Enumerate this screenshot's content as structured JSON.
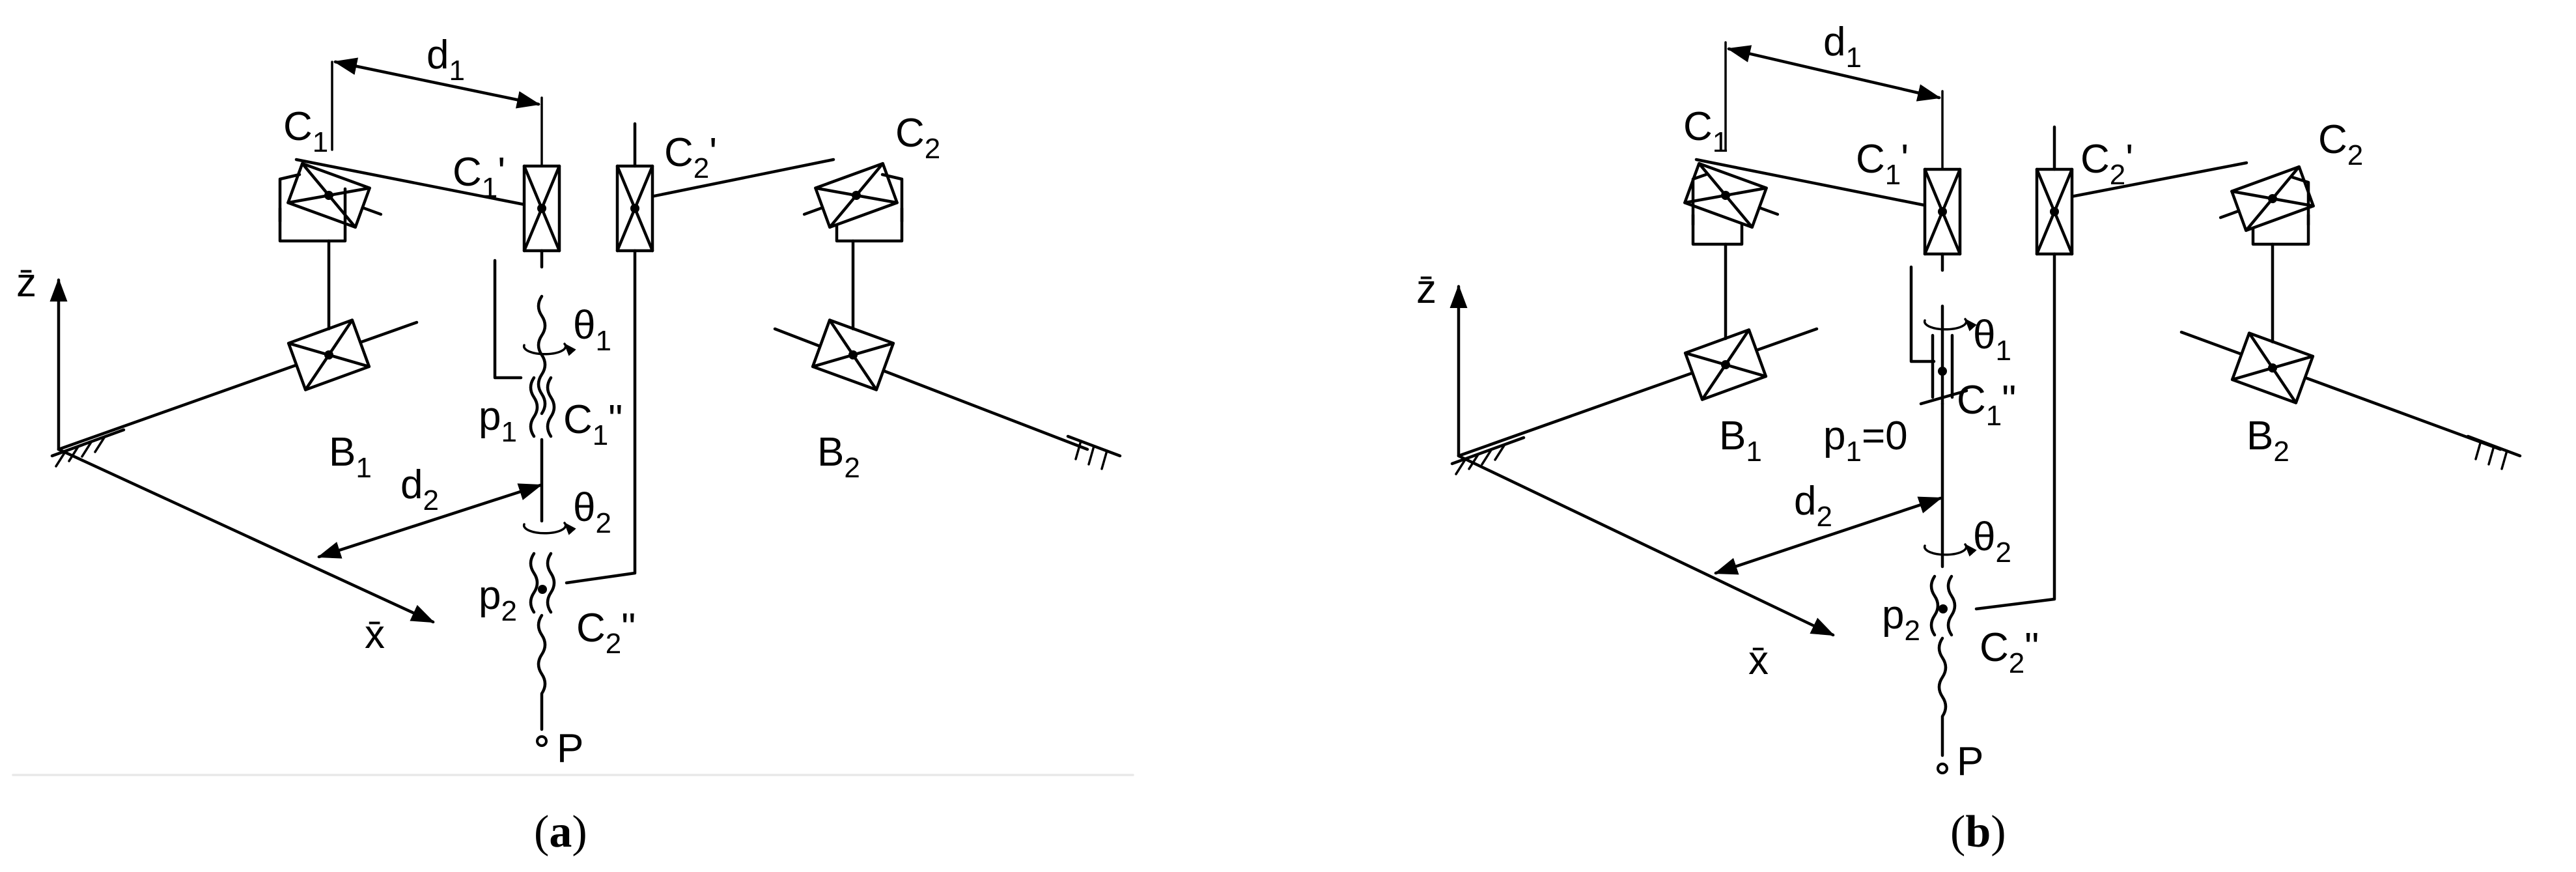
{
  "panel_a": {
    "caption_open": "(",
    "caption_letter": "a",
    "caption_close": ")",
    "d1": "d",
    "d1_sub": "1",
    "d2": "d",
    "d2_sub": "2",
    "C1": "C",
    "C1_sub": "1",
    "C1p": "C",
    "C1p_sub": "1",
    "C1p_mark": "'",
    "C2p": "C",
    "C2p_sub": "2",
    "C2p_mark": "'",
    "C2": "C",
    "C2_sub": "2",
    "B1": "B",
    "B1_sub": "1",
    "B2": "B",
    "B2_sub": "2",
    "theta1": "θ",
    "theta1_sub": "1",
    "theta2": "θ",
    "theta2_sub": "2",
    "p1": "p",
    "p1_sub": "1",
    "p2": "p",
    "p2_sub": "2",
    "C1pp": "C",
    "C1pp_sub": "1",
    "C1pp_mark": "\"",
    "C2pp": "C",
    "C2pp_sub": "2",
    "C2pp_mark": "\"",
    "z_axis": "z̄",
    "x_axis": "x̄",
    "P": "P"
  },
  "panel_b": {
    "caption_open": "(",
    "caption_letter": "b",
    "caption_close": ")",
    "d1": "d",
    "d1_sub": "1",
    "d2": "d",
    "d2_sub": "2",
    "C1": "C",
    "C1_sub": "1",
    "C1p": "C",
    "C1p_sub": "1",
    "C1p_mark": "'",
    "C2p": "C",
    "C2p_sub": "2",
    "C2p_mark": "'",
    "C2": "C",
    "C2_sub": "2",
    "B1": "B",
    "B1_sub": "1",
    "B2": "B",
    "B2_sub": "2",
    "theta1": "θ",
    "theta1_sub": "1",
    "theta2": "θ",
    "theta2_sub": "2",
    "p1": "p",
    "p1_sub": "1",
    "p1_value": "=0",
    "p2": "p",
    "p2_sub": "2",
    "C1pp": "C",
    "C1pp_sub": "1",
    "C1pp_mark": "\"",
    "C2pp": "C",
    "C2pp_sub": "2",
    "C2pp_mark": "\"",
    "z_axis": "z̄",
    "x_axis": "x̄",
    "P": "P"
  }
}
